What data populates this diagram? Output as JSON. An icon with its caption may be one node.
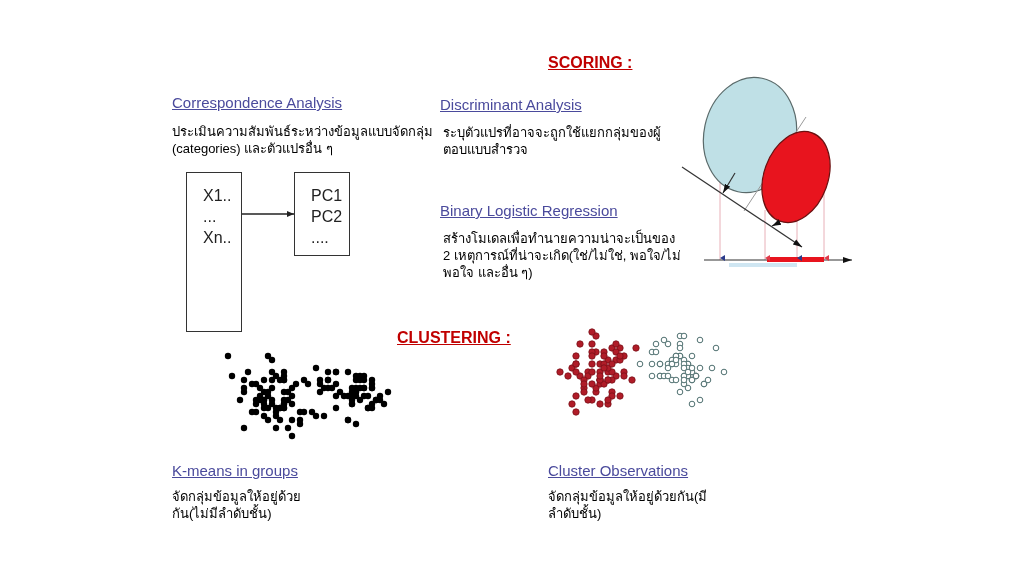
{
  "diagram": {
    "nodes": [
      {
        "text": [
          "X1.. ... Xn.."
        ]
      },
      {
        "text": [
          "PC1 PC2 ...."
        ]
      }
    ],
    "edges": [
      {
        "from": 0,
        "to": 1,
        "arrow": "to"
      }
    ],
    "labels": [
      "SCORING :",
      "Correspondence Analysis",
      "ประเมินความสัมพันธ์ระหว่างข้อมูลแบบจัดกลุ่ม (categories) และตัวแปรอื่น ๆ",
      "Discriminant Analysis",
      "ระบุตัวแปรที่อาจจะถูกใช้แยกกลุ่มของผู้ตอบแบบสำรวจ",
      "Binary Logistic Regression",
      "สร้างโมเดลเพื่อทำนายความน่าจะเป็นของ 2 เหตุการณ์ที่น่าจะเกิด(ใช่/ไม่ใช่, พอใจ/ไม่พอใจ และอื่น ๆ)",
      "CLUSTERING :",
      "K-means in groups",
      "จัดกลุ่มข้อมูลให้อยู่ด้วยกัน(ไม่มีลำดับชั้น)",
      "Cluster Observations",
      "จัดกลุ่มข้อมูลให้อยู่ด้วยกัน(มีลำดับชั้น)"
    ]
  }
}
